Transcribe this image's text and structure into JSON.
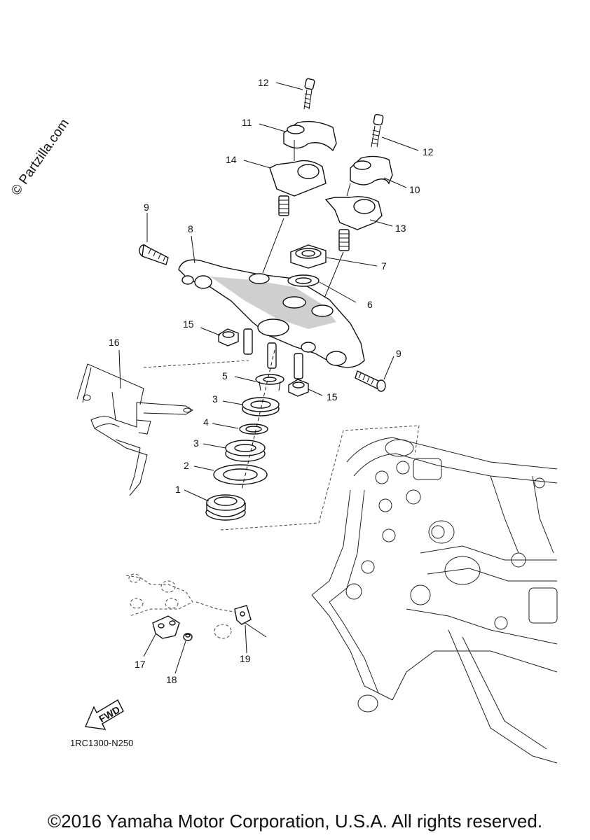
{
  "watermark": "© Partzilla.com",
  "diagram_code": "1RC1300-N250",
  "fwd_label": "FWD",
  "copyright": "©2016 Yamaha Motor Corporation, U.S.A. All rights reserved.",
  "callouts": {
    "c1": "1",
    "c2": "2",
    "c3a": "3",
    "c3b": "3",
    "c4": "4",
    "c5": "5",
    "c6": "6",
    "c7": "7",
    "c8": "8",
    "c9a": "9",
    "c9b": "9",
    "c10": "10",
    "c11": "11",
    "c12a": "12",
    "c12b": "12",
    "c13": "13",
    "c14": "14",
    "c15a": "15",
    "c15b": "15",
    "c16": "16",
    "c17": "17",
    "c18": "18",
    "c19": "19"
  }
}
